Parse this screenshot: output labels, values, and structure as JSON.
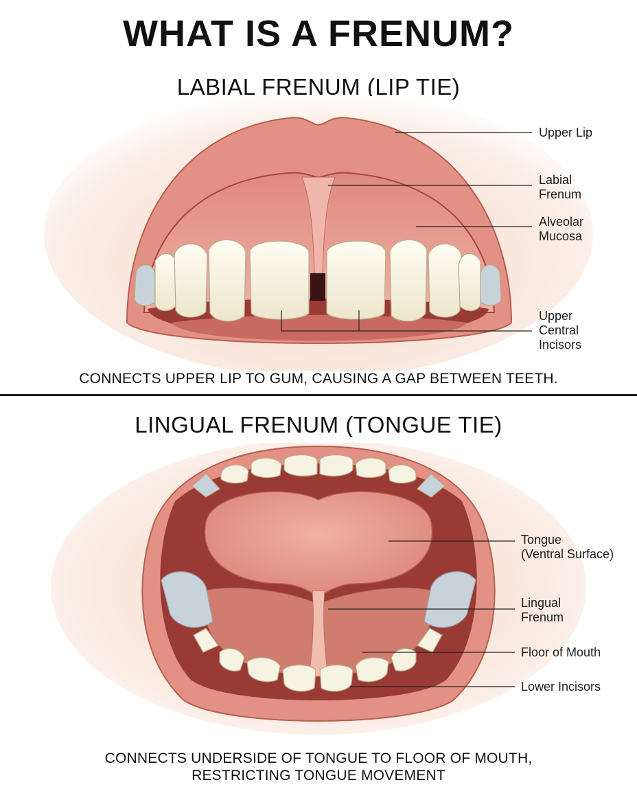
{
  "title": "WHAT IS A FRENUM?",
  "labial": {
    "heading": "LABIAL FRENUM (LIP TIE)",
    "caption": "CONNECTS UPPER LIP TO GUM, CAUSING A GAP BETWEEN TEETH.",
    "labels": {
      "upper_lip": "Upper Lip",
      "labial_frenum_1": "Labial",
      "labial_frenum_2": "Frenum",
      "alveolar_1": "Alveolar",
      "alveolar_2": "Mucosa",
      "incisors_1": "Upper",
      "incisors_2": "Central",
      "incisors_3": "Incisors"
    }
  },
  "lingual": {
    "heading": "LINGUAL FRENUM (TONGUE TIE)",
    "caption_line1": "CONNECTS UNDERSIDE OF TONGUE TO FLOOR OF MOUTH,",
    "caption_line2": "RESTRICTING TONGUE MOVEMENT",
    "labels": {
      "tongue_1": "Tongue",
      "tongue_2": "(Ventral Surface)",
      "lingual_frenum_1": "Lingual",
      "lingual_frenum_2": "Frenum",
      "floor": "Floor of Mouth",
      "lower_incisors": "Lower Incisors"
    }
  },
  "colors": {
    "lip": "#e79b8f",
    "lip_dark": "#c9705f",
    "gum": "#e9a196",
    "mouth_dark": "#8e2f2c",
    "tooth": "#f7f3e3",
    "molar": "#c9d3dc",
    "tongue": "#eaa497"
  }
}
